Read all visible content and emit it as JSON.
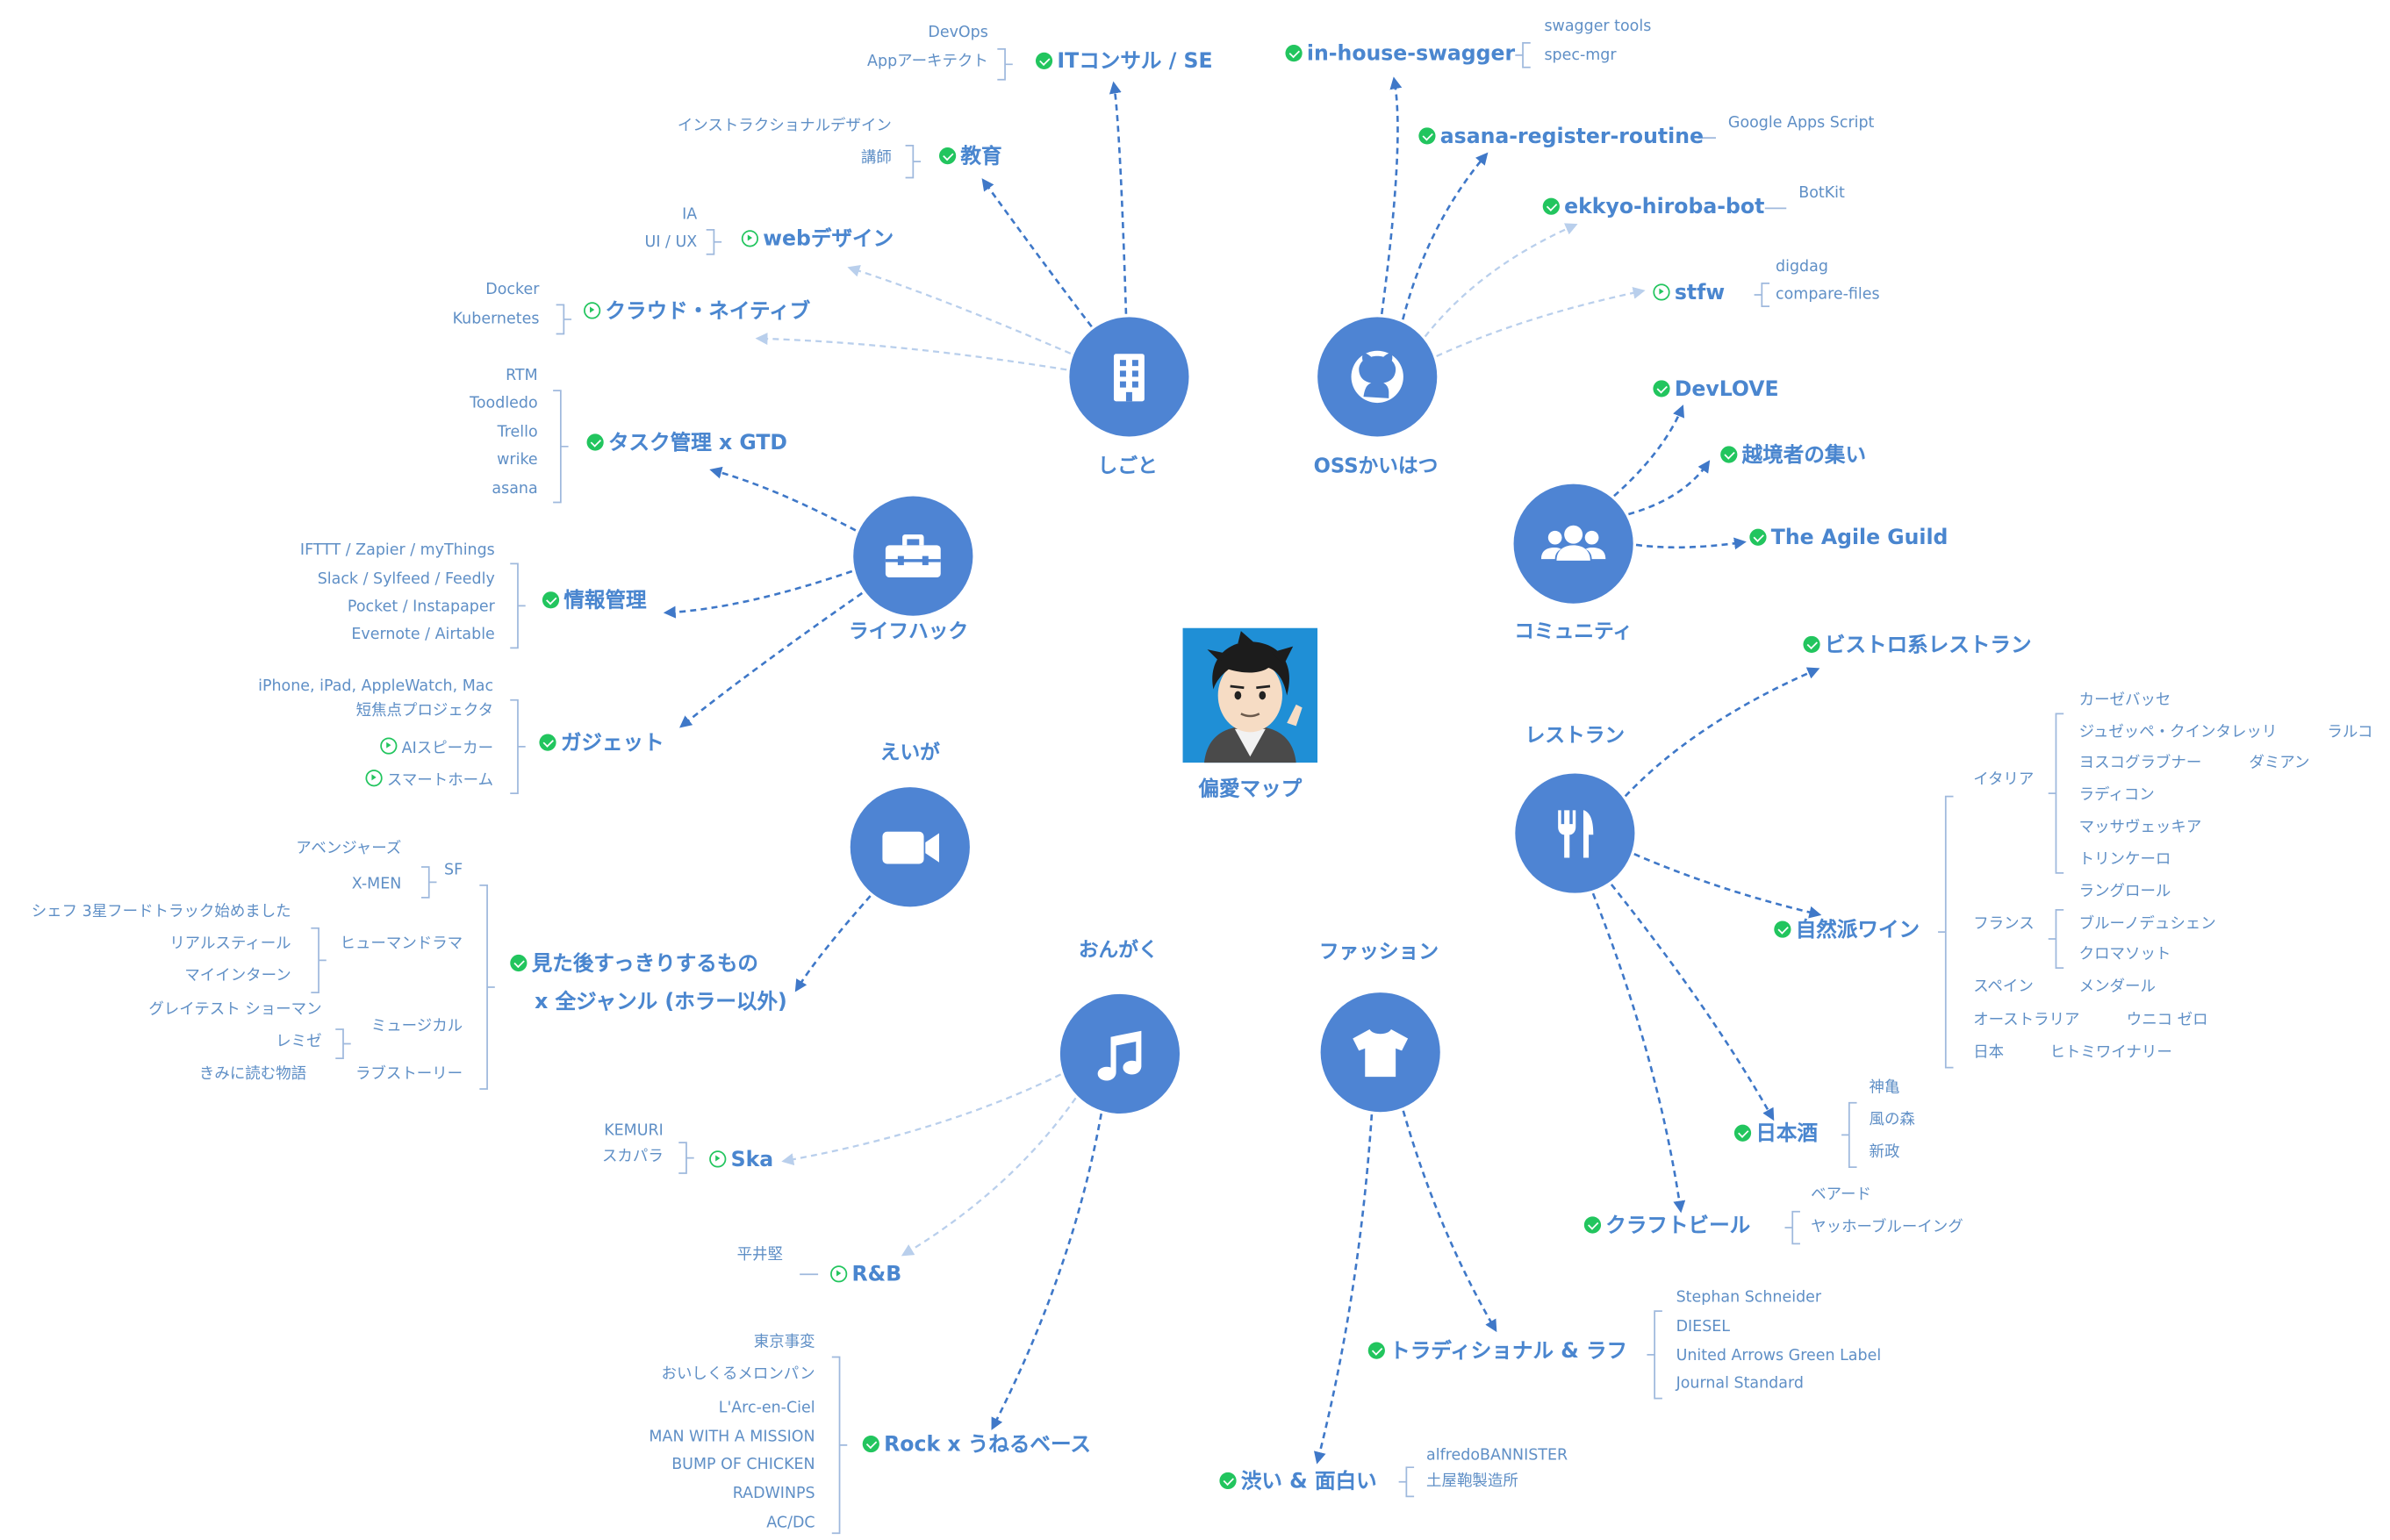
{
  "center": {
    "title": "偏愛マップ",
    "avatar_icon": "avatar-illustration"
  },
  "colors": {
    "accent": "#4a86cf",
    "hub": "#4e84d3",
    "done": "#22c55e",
    "link": "#3f78c8",
    "link_light": "#b9cfec"
  },
  "categories": [
    {
      "label": "しごと",
      "icon": "building-icon"
    },
    {
      "label": "OSSかいはつ",
      "icon": "github-icon"
    },
    {
      "label": "コミュニティ",
      "icon": "people-icon"
    },
    {
      "label": "レストラン",
      "icon": "fork-knife-icon"
    },
    {
      "label": "ファッション",
      "icon": "tshirt-icon"
    },
    {
      "label": "おんがく",
      "icon": "music-note-icon"
    },
    {
      "label": "えいが",
      "icon": "video-camera-icon"
    },
    {
      "label": "ライフハック",
      "icon": "toolbox-icon"
    }
  ],
  "topics": [
    {
      "label": "ITコンサル / SE",
      "status": "done"
    },
    {
      "label": "教育",
      "status": "done"
    },
    {
      "label": "webデザイン",
      "status": "active"
    },
    {
      "label": "クラウド・ネイティブ",
      "status": "active"
    },
    {
      "label": "in-house-swagger",
      "status": "done"
    },
    {
      "label": "asana-register-routine",
      "status": "done"
    },
    {
      "label": "ekkyo-hiroba-bot",
      "status": "done"
    },
    {
      "label": "stfw",
      "status": "active"
    },
    {
      "label": "DevLOVE",
      "status": "done"
    },
    {
      "label": "越境者の集い",
      "status": "done"
    },
    {
      "label": "The Agile Guild",
      "status": "done"
    },
    {
      "label": "ビストロ系レストラン",
      "status": "done"
    },
    {
      "label": "自然派ワイン",
      "status": "done"
    },
    {
      "label": "日本酒",
      "status": "done"
    },
    {
      "label": "クラフトビール",
      "status": "done"
    },
    {
      "label": "トラディショナル & ラフ",
      "status": "done"
    },
    {
      "label": "渋い & 面白い",
      "status": "done"
    },
    {
      "label": "Ska",
      "status": "active"
    },
    {
      "label": "R&B",
      "status": "active"
    },
    {
      "label": "Rock x うねるベース",
      "status": "done"
    },
    {
      "label": "見た後すっきりするもの",
      "status": "done"
    },
    {
      "label": "x 全ジャンル (ホラー以外)",
      "status": "none"
    },
    {
      "label": "タスク管理 x GTD",
      "status": "done"
    },
    {
      "label": "情報管理",
      "status": "done"
    },
    {
      "label": "ガジェット",
      "status": "done"
    }
  ],
  "leaves": [
    "DevOps",
    "Appアーキテクト",
    "インストラクショナルデザイン",
    "講師",
    "IA",
    "UI / UX",
    "Docker",
    "Kubernetes",
    "swagger tools",
    "spec-mgr",
    "Google Apps Script",
    "BotKit",
    "digdag",
    "compare-files",
    "カーゼバッセ",
    "ジュゼッペ・クインタレッリ",
    "ラルコ",
    "ヨスコグラブナー",
    "ダミアン",
    "ラディコン",
    "マッサヴェッキア",
    "トリンケーロ",
    "イタリア",
    "ラングロール",
    "ブルーノデュシェン",
    "クロマソット",
    "フランス",
    "スペイン",
    "メンダール",
    "オーストラリア",
    "ウニコ ゼロ",
    "日本",
    "ヒトミワイナリー",
    "神亀",
    "風の森",
    "新政",
    "ベアード",
    "ヤッホーブルーイング",
    "Stephan Schneider",
    "DIESEL",
    "United Arrows Green Label",
    "Journal Standard",
    "alfredoBANNISTER",
    "土屋鞄製造所",
    "KEMURI",
    "スカパラ",
    "平井堅",
    "東京事変",
    "おいしくるメロンパン",
    "L'Arc-en-Ciel",
    "MAN WITH A MISSION",
    "BUMP OF CHICKEN",
    "RADWINPS",
    "AC/DC",
    "アベンジャーズ",
    "X-MEN",
    "SF",
    "シェフ 3星フードトラック始めました",
    "リアルスティール",
    "マイインターン",
    "ヒューマンドラマ",
    "グレイテスト ショーマン",
    "レミゼ",
    "きみに読む物語",
    "ミュージカル",
    "ラブストーリー",
    "RTM",
    "Toodledo",
    "Trello",
    "wrike",
    "asana",
    "IFTTT / Zapier / myThings",
    "Slack / Sylfeed / Feedly",
    "Pocket / Instapaper",
    "Evernote / Airtable",
    "iPhone, iPad, AppleWatch, Mac",
    "短焦点プロジェクタ",
    "AIスピーカー",
    "スマートホーム"
  ],
  "leaf_status": {
    "AIスピーカー": "active",
    "スマートホーム": "active"
  }
}
